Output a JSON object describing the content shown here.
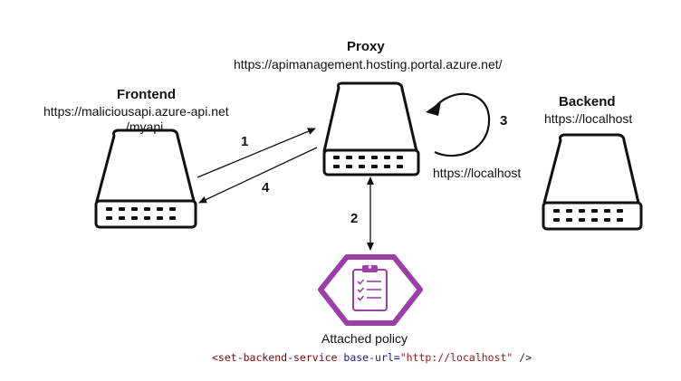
{
  "proxy": {
    "title": "Proxy",
    "url": "https://apimanagement.hosting.portal.azure.net/"
  },
  "frontend": {
    "title": "Frontend",
    "url_line1": "https://maliciousapi.azure-api.net",
    "url_line2": "/myapi"
  },
  "backend": {
    "title": "Backend",
    "url": "https://localhost"
  },
  "loop_label": "https://localhost",
  "steps": {
    "one": "1",
    "two": "2",
    "three": "3",
    "four": "4"
  },
  "policy": {
    "label": "Attached policy",
    "code": {
      "open": "<set-backend-service",
      "attr": " base-url=",
      "value": "\"http://localhost\"",
      "close": " />"
    },
    "icon": "clipboard-checklist-icon",
    "color": "#9b3fa6"
  },
  "icons": {
    "server": "server-icon"
  }
}
